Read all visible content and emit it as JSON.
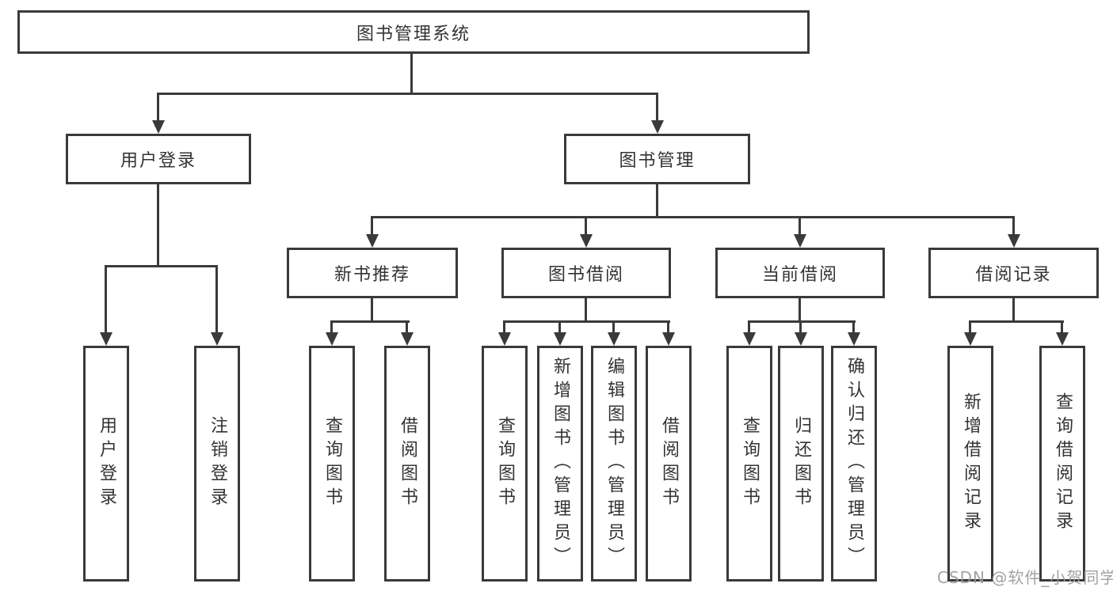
{
  "diagram": {
    "type": "hierarchy",
    "root": {
      "label": "图书管理系统"
    },
    "level2": [
      {
        "label": "用户登录"
      },
      {
        "label": "图书管理"
      }
    ],
    "level3": [
      {
        "label": "新书推荐",
        "parent": "图书管理"
      },
      {
        "label": "图书借阅",
        "parent": "图书管理"
      },
      {
        "label": "当前借阅",
        "parent": "图书管理"
      },
      {
        "label": "借阅记录",
        "parent": "图书管理"
      }
    ],
    "leaves": [
      {
        "label": "用户登录",
        "parent": "用户登录"
      },
      {
        "label": "注销登录",
        "parent": "用户登录"
      },
      {
        "label": "查询图书",
        "parent": "新书推荐"
      },
      {
        "label": "借阅图书",
        "parent": "新书推荐"
      },
      {
        "label": "查询图书",
        "parent": "图书借阅"
      },
      {
        "label": "新增图书（管理员）",
        "parent": "图书借阅"
      },
      {
        "label": "编辑图书（管理员）",
        "parent": "图书借阅"
      },
      {
        "label": "借阅图书",
        "parent": "图书借阅"
      },
      {
        "label": "查询图书",
        "parent": "当前借阅"
      },
      {
        "label": "归还图书",
        "parent": "当前借阅"
      },
      {
        "label": "确认归还（管理员）",
        "parent": "当前借阅"
      },
      {
        "label": "新增借阅记录",
        "parent": "借阅记录"
      },
      {
        "label": "查询借阅记录",
        "parent": "借阅记录"
      }
    ]
  },
  "watermark": {
    "text": "CSDN @软件_小贺同学"
  },
  "colors": {
    "line": "#3a3a3a",
    "box_border": "#3a3a3a",
    "text": "#333333",
    "watermark": "#9b9b9b",
    "background": "#ffffff"
  }
}
